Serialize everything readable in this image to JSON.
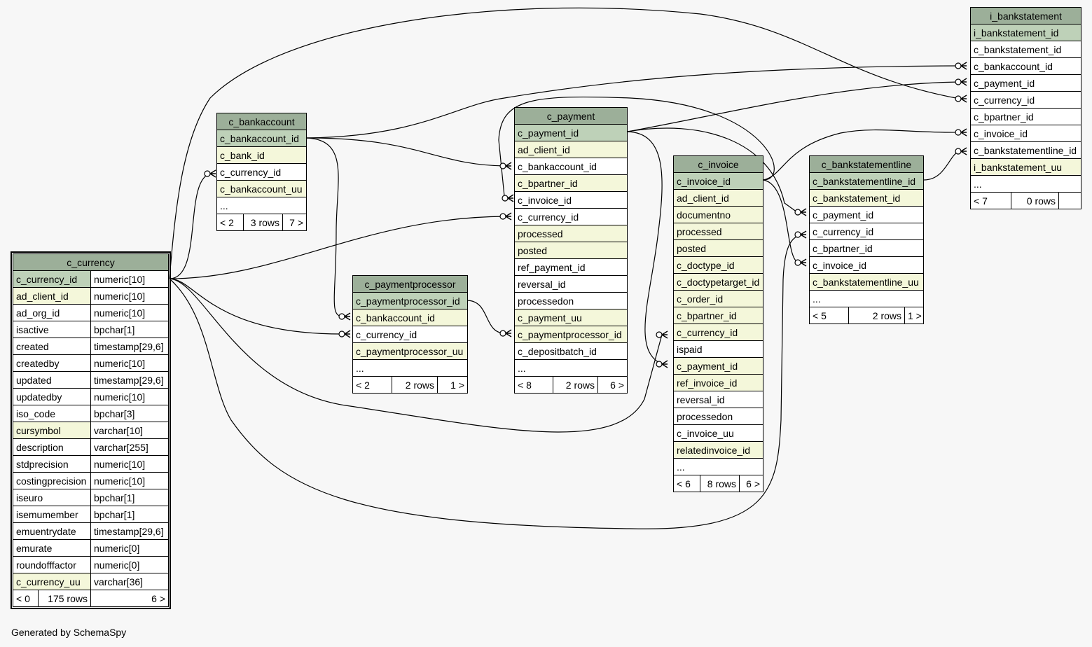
{
  "footer": "Generated by SchemaSpy",
  "tables": {
    "c_currency": {
      "name": "c_currency",
      "columns": [
        {
          "name": "c_currency_id",
          "type": "numeric[10]"
        },
        {
          "name": "ad_client_id",
          "type": "numeric[10]"
        },
        {
          "name": "ad_org_id",
          "type": "numeric[10]"
        },
        {
          "name": "isactive",
          "type": "bpchar[1]"
        },
        {
          "name": "created",
          "type": "timestamp[29,6]"
        },
        {
          "name": "createdby",
          "type": "numeric[10]"
        },
        {
          "name": "updated",
          "type": "timestamp[29,6]"
        },
        {
          "name": "updatedby",
          "type": "numeric[10]"
        },
        {
          "name": "iso_code",
          "type": "bpchar[3]"
        },
        {
          "name": "cursymbol",
          "type": "varchar[10]"
        },
        {
          "name": "description",
          "type": "varchar[255]"
        },
        {
          "name": "stdprecision",
          "type": "numeric[10]"
        },
        {
          "name": "costingprecision",
          "type": "numeric[10]"
        },
        {
          "name": "iseuro",
          "type": "bpchar[1]"
        },
        {
          "name": "isemumember",
          "type": "bpchar[1]"
        },
        {
          "name": "emuentrydate",
          "type": "timestamp[29,6]"
        },
        {
          "name": "emurate",
          "type": "numeric[0]"
        },
        {
          "name": "roundofffactor",
          "type": "numeric[0]"
        },
        {
          "name": "c_currency_uu",
          "type": "varchar[36]"
        }
      ],
      "footer": {
        "parents": "< 0",
        "rows": "175 rows",
        "children": "6 >"
      }
    },
    "c_bankaccount": {
      "name": "c_bankaccount",
      "columns": [
        "c_bankaccount_id",
        "c_bank_id",
        "c_currency_id",
        "c_bankaccount_uu",
        "..."
      ],
      "footer": {
        "parents": "< 2",
        "rows": "3 rows",
        "children": "7 >"
      }
    },
    "c_paymentprocessor": {
      "name": "c_paymentprocessor",
      "columns": [
        "c_paymentprocessor_id",
        "c_bankaccount_id",
        "c_currency_id",
        "c_paymentprocessor_uu",
        "..."
      ],
      "footer": {
        "parents": "< 2",
        "rows": "2 rows",
        "children": "1 >"
      }
    },
    "c_payment": {
      "name": "c_payment",
      "columns": [
        "c_payment_id",
        "ad_client_id",
        "c_bankaccount_id",
        "c_bpartner_id",
        "c_invoice_id",
        "c_currency_id",
        "processed",
        "posted",
        "ref_payment_id",
        "reversal_id",
        "processedon",
        "c_payment_uu",
        "c_paymentprocessor_id",
        "c_depositbatch_id",
        "..."
      ],
      "footer": {
        "parents": "< 8",
        "rows": "2 rows",
        "children": "6 >"
      }
    },
    "c_invoice": {
      "name": "c_invoice",
      "columns": [
        "c_invoice_id",
        "ad_client_id",
        "documentno",
        "processed",
        "posted",
        "c_doctype_id",
        "c_doctypetarget_id",
        "c_order_id",
        "c_bpartner_id",
        "c_currency_id",
        "ispaid",
        "c_payment_id",
        "ref_invoice_id",
        "reversal_id",
        "processedon",
        "c_invoice_uu",
        "relatedinvoice_id",
        "..."
      ],
      "footer": {
        "parents": "< 6",
        "rows": "8 rows",
        "children": "6 >"
      }
    },
    "c_bankstatementline": {
      "name": "c_bankstatementline",
      "columns": [
        "c_bankstatementline_id",
        "c_bankstatement_id",
        "c_payment_id",
        "c_currency_id",
        "c_bpartner_id",
        "c_invoice_id",
        "c_bankstatementline_uu",
        "..."
      ],
      "footer": {
        "parents": "< 5",
        "rows": "2 rows",
        "children": "1 >"
      }
    },
    "i_bankstatement": {
      "name": "i_bankstatement",
      "columns": [
        "i_bankstatement_id",
        "c_bankstatement_id",
        "c_bankaccount_id",
        "c_payment_id",
        "c_currency_id",
        "c_bpartner_id",
        "c_invoice_id",
        "c_bankstatementline_id",
        "i_bankstatement_uu",
        "..."
      ],
      "footer": {
        "parents": "< 7",
        "rows": "0 rows",
        "children": ""
      }
    }
  }
}
